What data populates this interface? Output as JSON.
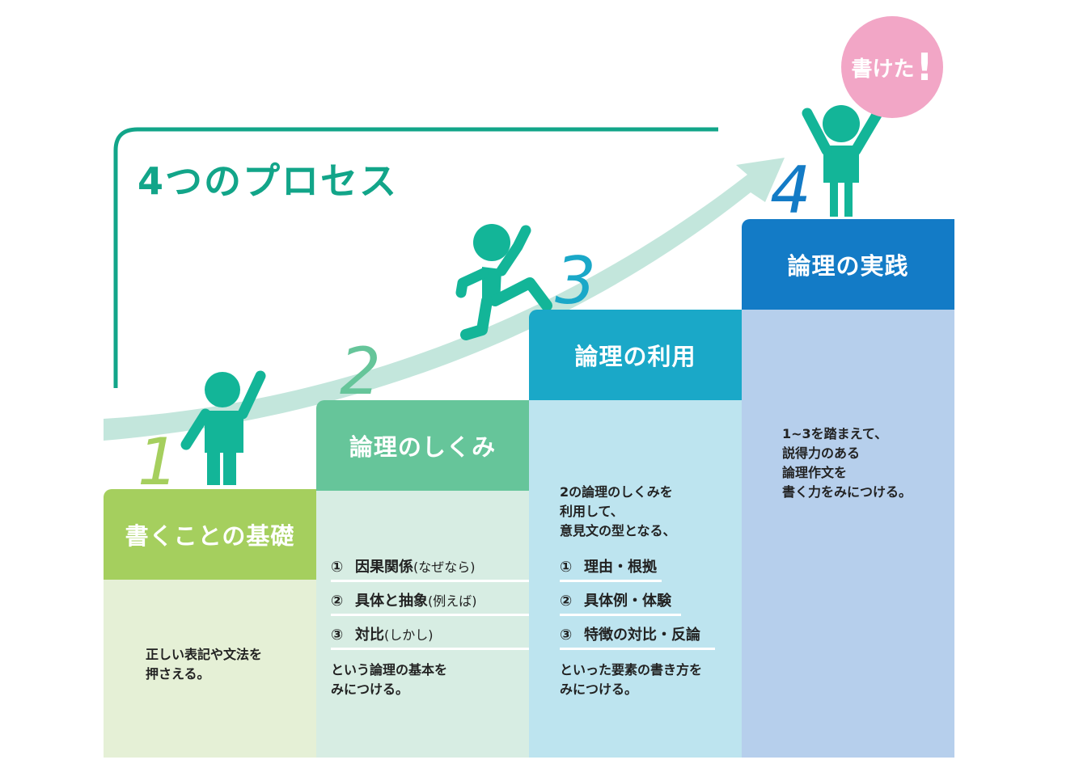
{
  "title": "4つのプロセス",
  "badge": {
    "text": "書けた",
    "mark": "!"
  },
  "steps": [
    {
      "number": "1",
      "header": "書くことの基礎",
      "body": [
        "正しい表記や文法を",
        "押さえる。"
      ]
    },
    {
      "number": "2",
      "header": "論理のしくみ",
      "items": [
        {
          "num": "①",
          "label": "因果関係",
          "note": "(なぜなら)"
        },
        {
          "num": "②",
          "label": "具体と抽象",
          "note": "(例えば)"
        },
        {
          "num": "③",
          "label": "対比",
          "note": "(しかし)"
        }
      ],
      "footer": [
        "という論理の基本を",
        "みにつける。"
      ]
    },
    {
      "number": "3",
      "header": "論理の利用",
      "intro": [
        "2の論理のしくみを",
        "利用して、",
        "意見文の型となる、"
      ],
      "items": [
        {
          "num": "①",
          "label": "理由・根拠"
        },
        {
          "num": "②",
          "label": "具体例・体験"
        },
        {
          "num": "③",
          "label": "特徴の対比・反論"
        }
      ],
      "footer": [
        "といった要素の書き方を",
        "みにつける。"
      ]
    },
    {
      "number": "4",
      "header": "論理の実践",
      "body": [
        "1~3を踏まえて、",
        "説得力のある",
        "論理作文を",
        "書く力をみにつける。"
      ]
    }
  ],
  "colors": {
    "step1_header": "#a5cf5e",
    "step1_body": "#e5f0d6",
    "step2_header": "#66c59a",
    "step2_body": "#d7ede3",
    "step3_header": "#1aa8c8",
    "step3_body": "#bde4ef",
    "step4_header": "#137bc6",
    "step4_body": "#b6cfec",
    "figure": "#13b598",
    "title": "#12a589",
    "badge": "#f2a6c6"
  }
}
